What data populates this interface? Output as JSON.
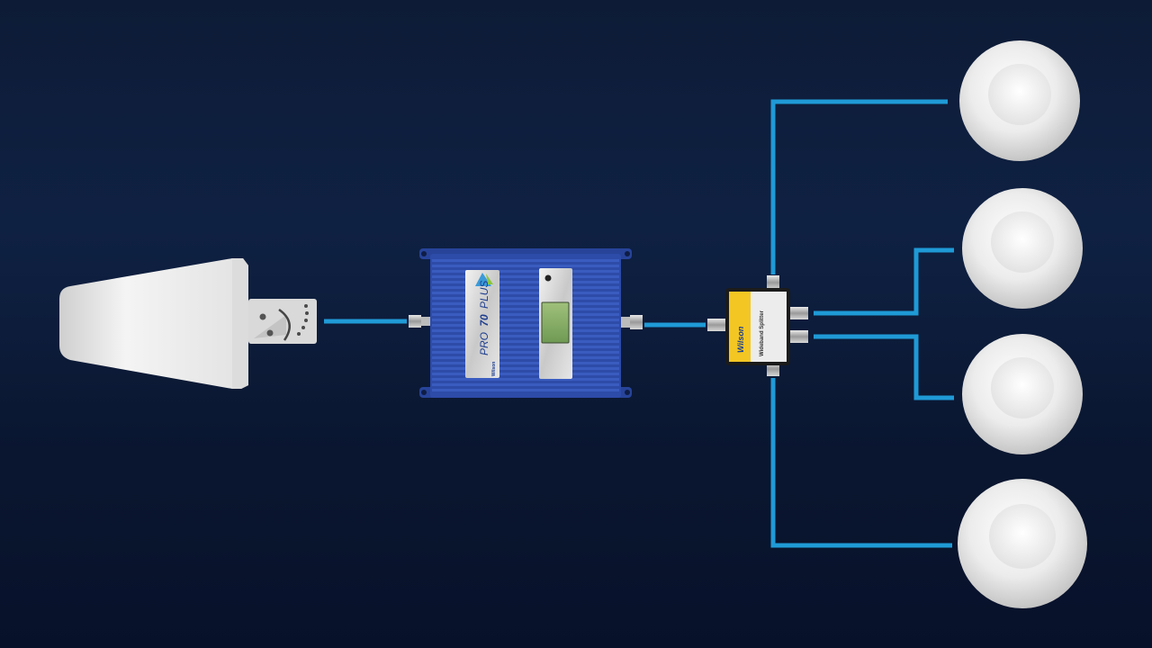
{
  "booster": {
    "model_prefix": "PRO",
    "model_number": "70",
    "model_suffix": "PLUS",
    "brand": "Wilson",
    "lcd_text": ""
  },
  "splitter": {
    "brand": "Wilson",
    "label": "Wideband Splitter"
  },
  "colors": {
    "background": "#0d1b36",
    "cable": "#1f9ad6",
    "booster_body": "#2b4aa6",
    "splitter_label": "#f3c623",
    "antenna": "#f2f2f2"
  },
  "components": {
    "outside_antenna": "yagi-directional-antenna",
    "booster": "signal-booster-amplifier",
    "splitter": "four-way-splitter",
    "inside_antennas": [
      "dome-antenna",
      "dome-antenna",
      "dome-antenna",
      "dome-antenna"
    ]
  }
}
